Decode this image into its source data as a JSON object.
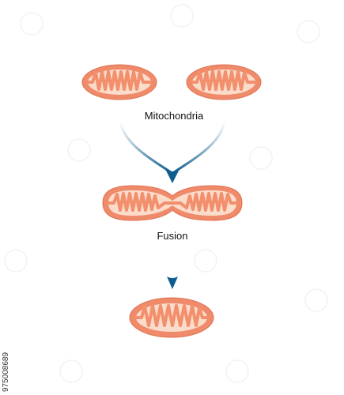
{
  "labels": {
    "mitochondria": "Mitochondria",
    "fusion": "Fusion"
  },
  "watermark": {
    "stock_id": "975008689"
  },
  "colors": {
    "outer_membrane": "#ef8b6a",
    "outer_edge": "#e07050",
    "matrix": "#fbdccb",
    "inner_membrane": "#f28f6c",
    "arrow": "#0f5d8f",
    "arrow_light": "#dbe8f1"
  },
  "icons": [
    "mitochondrion-icon",
    "fused-mitochondrion-icon",
    "down-arrow-icon",
    "merge-arrows-icon"
  ]
}
